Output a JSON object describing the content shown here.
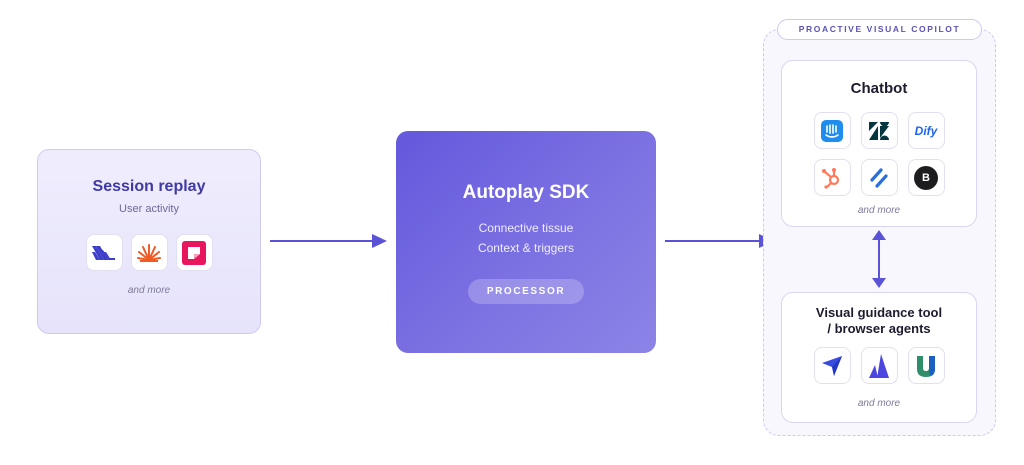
{
  "session_replay": {
    "title": "Session replay",
    "subtitle": "User activity",
    "icons": [
      "posthog-logo-icon",
      "hotjar-logo-icon",
      "fullstory-logo-icon"
    ],
    "more": "and more"
  },
  "sdk": {
    "title": "Autoplay SDK",
    "line1": "Connective tissue",
    "line2": "Context & triggers",
    "badge": "PROCESSOR"
  },
  "copilot": {
    "label": "PROACTIVE VISUAL COPILOT",
    "chatbot": {
      "title": "Chatbot",
      "icons": [
        "intercom-logo-icon",
        "zendesk-logo-icon",
        "dify-logo-icon",
        "hubspot-logo-icon",
        "slash-logo-icon",
        "b-logo-icon"
      ],
      "dify_text": "Dify",
      "b_text": "B",
      "more": "and more"
    },
    "guidance": {
      "title_line1": "Visual guidance tool",
      "title_line2": "/ browser agents",
      "icons": [
        "send-arrow-logo-icon",
        "sail-logo-icon",
        "u-logo-icon"
      ],
      "more": "and more"
    }
  },
  "colors": {
    "accent": "#5b53d6",
    "sdk_gradient_start": "#6458dc",
    "sdk_gradient_end": "#8c84e6",
    "session_bg": "#ece9fc"
  }
}
